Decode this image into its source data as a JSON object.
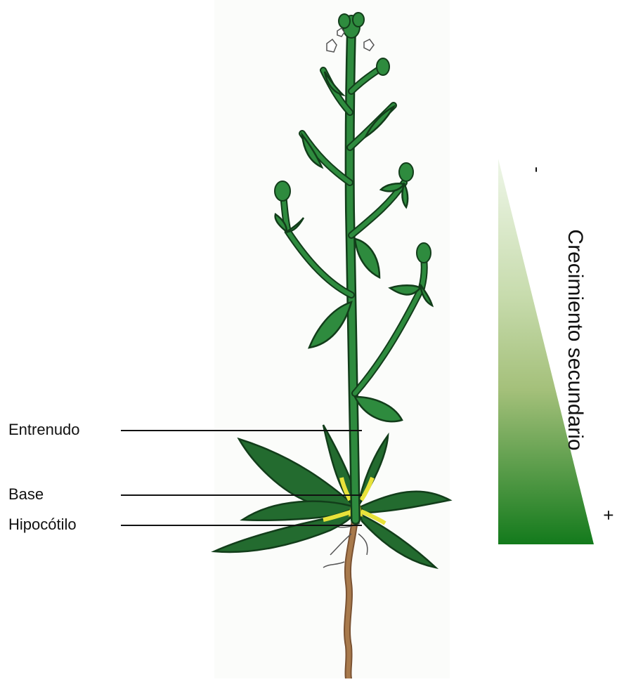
{
  "labels": {
    "internode": "Entrenudo",
    "base": "Base",
    "hypocotyl": "Hipocótilo"
  },
  "gradient": {
    "title": "Crecimiento secundario",
    "low_sign": "-",
    "high_sign": "+",
    "color_light": "#dcebd0",
    "color_mid": "#a6c27b",
    "color_dark": "#137a1c"
  },
  "colors": {
    "stem": "#2e8b3e",
    "leaf": "#236b2f",
    "yellow": "#e8e23a",
    "root": "#a87a4c"
  }
}
